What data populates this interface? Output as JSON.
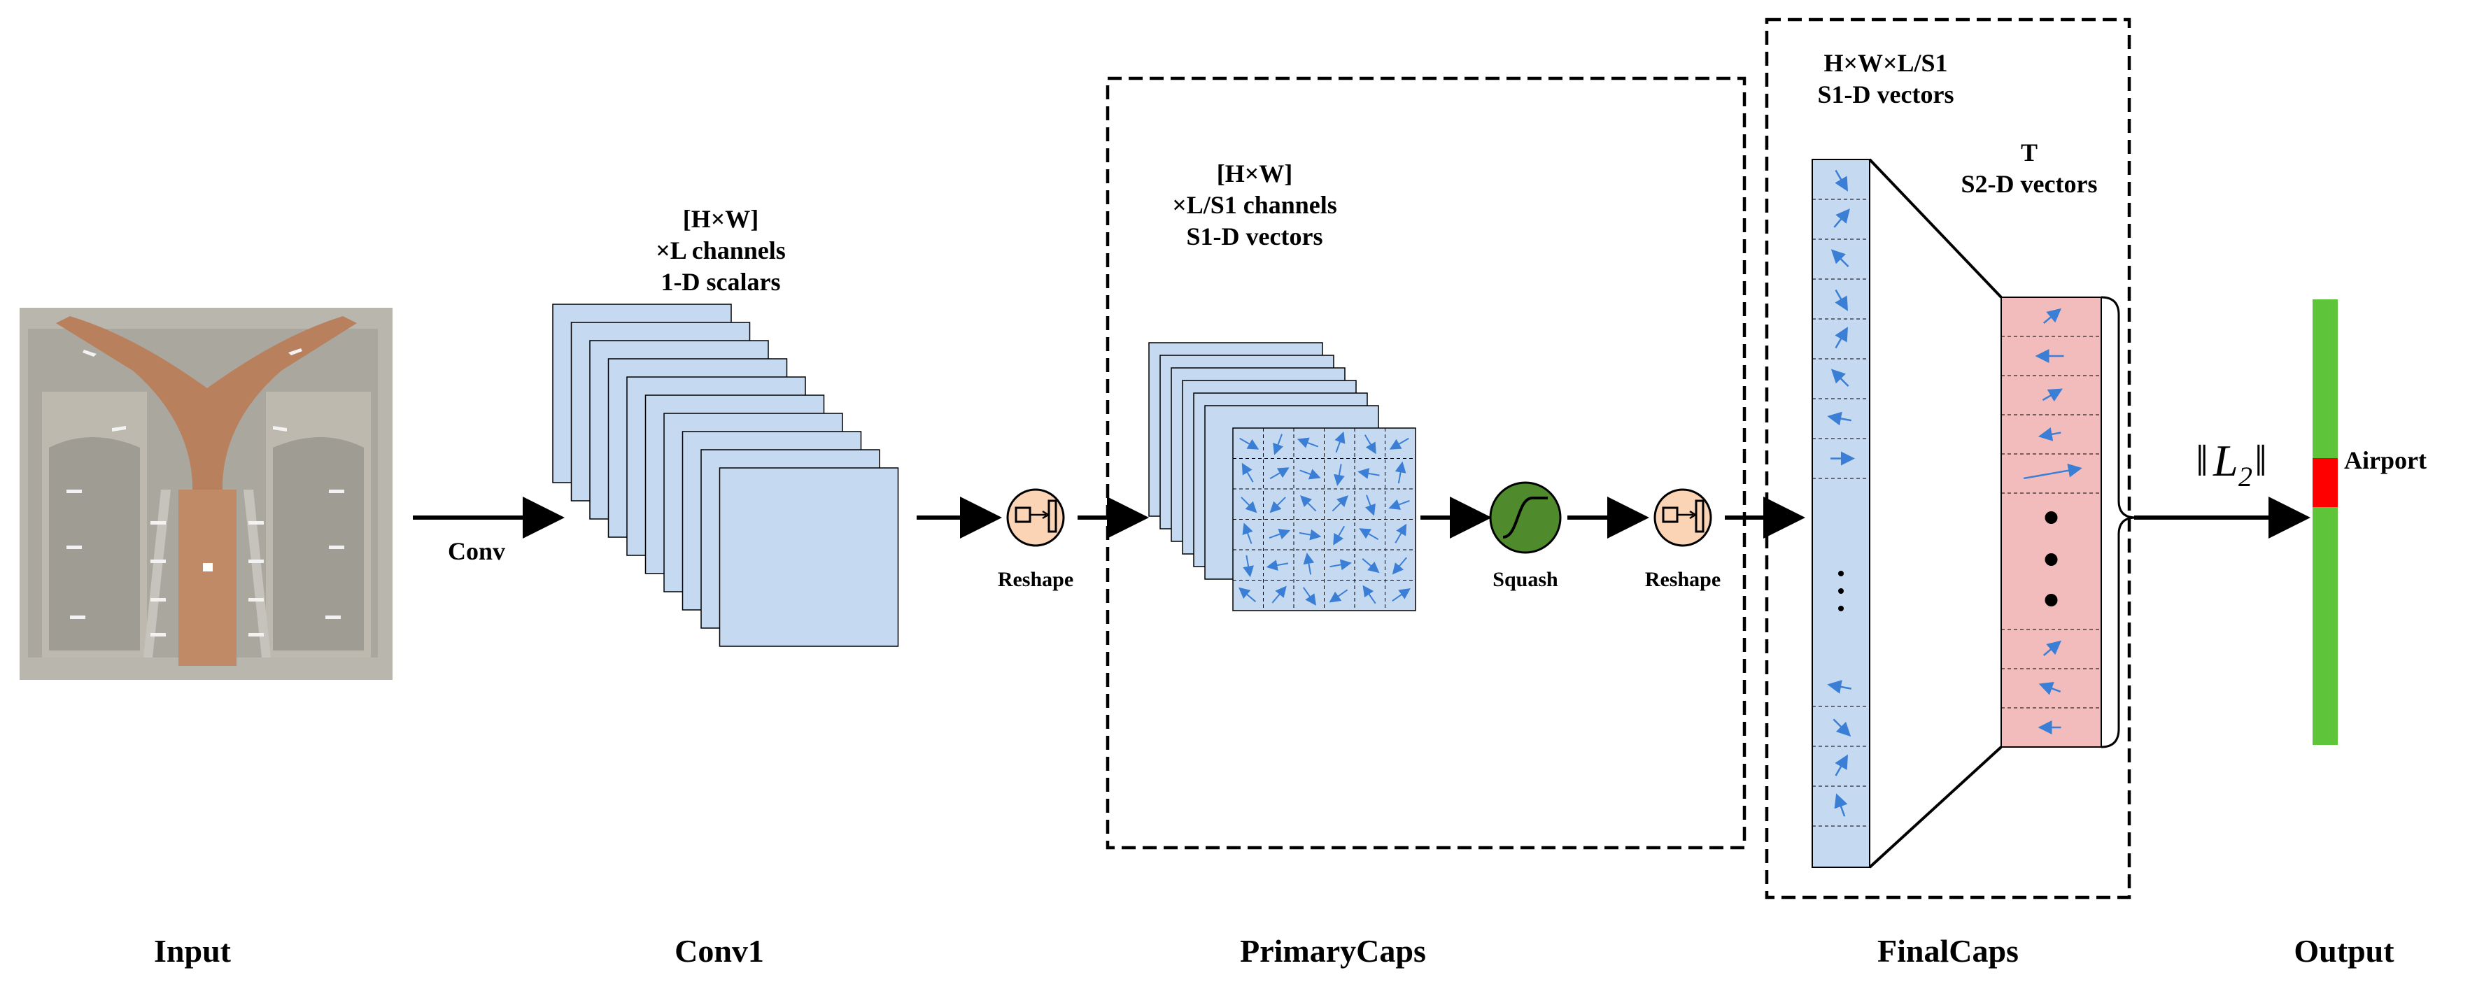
{
  "input_image": {
    "icon": "airport-aerial-photo"
  },
  "stages": {
    "input": "Input",
    "conv1": "Conv1",
    "primarycaps": "PrimaryCaps",
    "finalcaps": "FinalCaps",
    "output": "Output"
  },
  "conv1_note": [
    "[H×W]",
    "×L channels",
    "1-D scalars"
  ],
  "primary_note": [
    "[H×W]",
    "×L/S1 channels",
    "S1-D vectors"
  ],
  "final_left_note": [
    "H×W×L/S1",
    "S1-D vectors"
  ],
  "final_right_note": [
    "T",
    "S2-D vectors"
  ],
  "ops": {
    "conv": "Conv",
    "reshape_1": "Reshape",
    "squash": "Squash",
    "reshape_2": "Reshape",
    "norm": "‖L2‖"
  },
  "output_label": "Airport",
  "colors": {
    "feature_map": "#c5d9f1",
    "capsule_box": "#f2bcbc",
    "vector": "#3a7fd5",
    "reshape_icon": "#fbd3b5",
    "squash_icon": "#4f8a2d",
    "output_bar": "#5ec43a",
    "output_highlight": "#ff0000"
  }
}
